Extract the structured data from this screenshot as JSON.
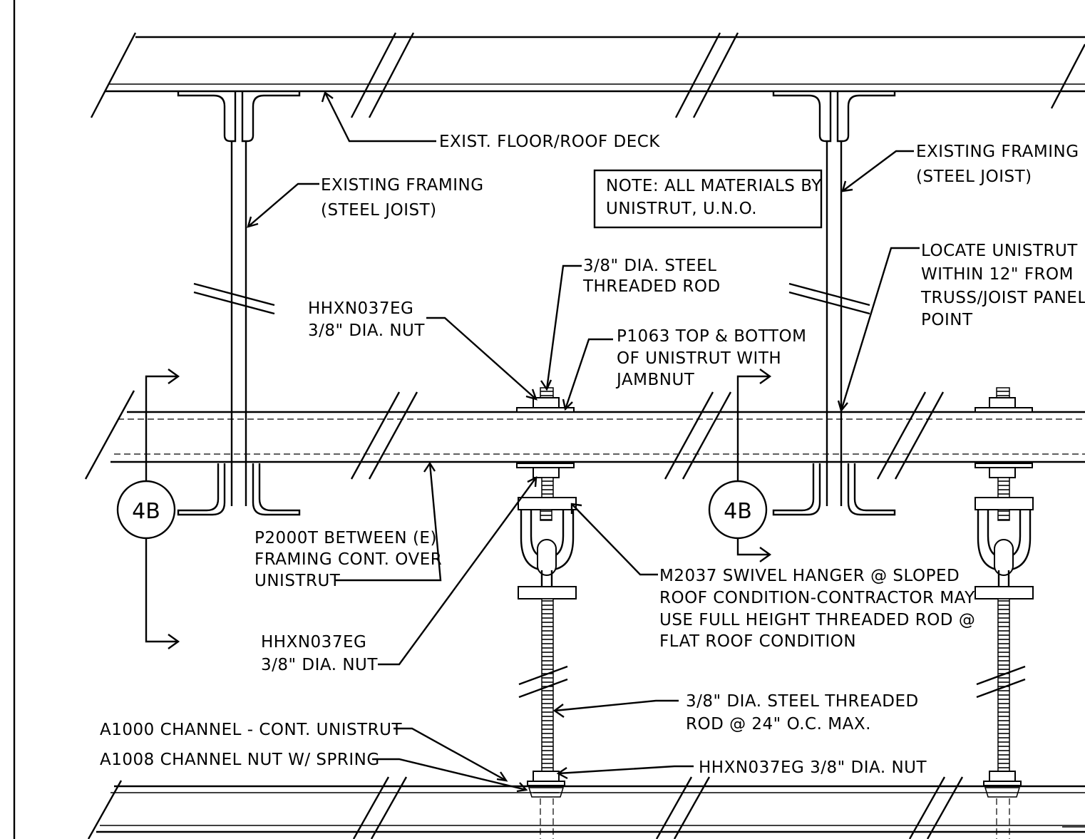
{
  "labels": {
    "deck": "EXIST. FLOOR/ROOF DECK",
    "framing_left_1": "EXISTING FRAMING",
    "framing_left_2": "(STEEL JOIST)",
    "framing_right_1": "EXISTING FRAMING",
    "framing_right_2": "(STEEL JOIST)",
    "note_1": "NOTE: ALL MATERIALS BY",
    "note_2": "UNISTRUT, U.N.O.",
    "rod_top_1": "3/8\" DIA. STEEL",
    "rod_top_2": "THREADED ROD",
    "locate_1": "LOCATE UNISTRUT",
    "locate_2": "WITHIN 12\" FROM",
    "locate_3": "TRUSS/JOIST PANEL",
    "locate_4": "POINT",
    "nut_top_1": "HHXN037EG",
    "nut_top_2": "3/8\" DIA. NUT",
    "p1063_1": "P1063 TOP & BOTTOM",
    "p1063_2": "OF UNISTRUT WITH",
    "p1063_3": "JAMBNUT",
    "p2000_1": "P2000T BETWEEN (E)",
    "p2000_2": "FRAMING CONT. OVER",
    "p2000_3": "UNISTRUT",
    "m2037_1": "M2037 SWIVEL HANGER @ SLOPED",
    "m2037_2": "ROOF CONDITION-CONTRACTOR MAY",
    "m2037_3": "USE FULL HEIGHT THREADED ROD @",
    "m2037_4": "FLAT ROOF CONDITION",
    "nut_mid_1": "HHXN037EG",
    "nut_mid_2": "3/8\" DIA. NUT",
    "rod_bot_1": "3/8\" DIA. STEEL THREADED",
    "rod_bot_2": "ROD @ 24\" O.C. MAX.",
    "a1000": "A1000 CHANNEL - CONT. UNISTRUT",
    "a1008": "A1008 CHANNEL NUT W/ SPRING",
    "nut_bot": "HHXN037EG 3/8\" DIA. NUT"
  },
  "section_tags": {
    "left": "4B",
    "right": "4B"
  }
}
